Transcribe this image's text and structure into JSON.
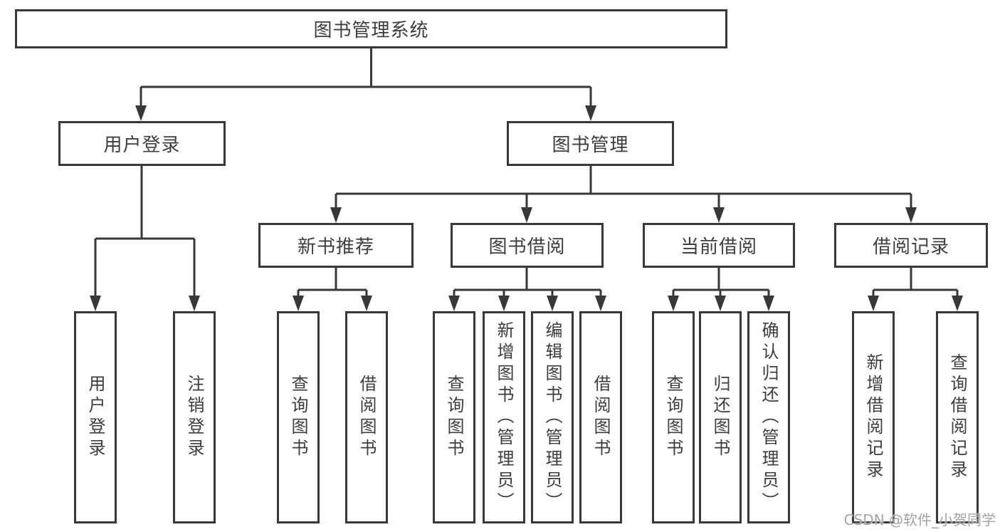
{
  "diagram": {
    "title": "图书管理系统",
    "watermark": "CSDN @软件_小贺同学",
    "colors": {
      "background": "#ffffff",
      "line": "#383838",
      "text": "#3d3d3d",
      "watermark": "#a3a3a8"
    },
    "nodes": {
      "root": "图书管理系统",
      "user_login": "用户登录",
      "book_mgmt": "图书管理",
      "new_book": "新书推荐",
      "book_borrow": "图书借阅",
      "current_borrow": "当前借阅",
      "borrow_record": "借阅记录",
      "leaf_user_login": "用户登录",
      "leaf_logout": "注销登录",
      "leaf_nb_query": "查询图书",
      "leaf_nb_borrow": "借阅图书",
      "leaf_bb_query": "查询图书",
      "leaf_bb_add": "新增图书（管理员）",
      "leaf_bb_edit": "编辑图书（管理员）",
      "leaf_bb_borrow": "借阅图书",
      "leaf_cb_query": "查询图书",
      "leaf_cb_return": "归还图书",
      "leaf_cb_confirm": "确认归还（管理员）",
      "leaf_br_add": "新增借阅记录",
      "leaf_br_query": "查询借阅记录"
    },
    "hierarchy": {
      "图书管理系统": [
        "用户登录",
        "图书管理"
      ],
      "用户登录": [
        "用户登录",
        "注销登录"
      ],
      "图书管理": [
        "新书推荐",
        "图书借阅",
        "当前借阅",
        "借阅记录"
      ],
      "新书推荐": [
        "查询图书",
        "借阅图书"
      ],
      "图书借阅": [
        "查询图书",
        "新增图书（管理员）",
        "编辑图书（管理员）",
        "借阅图书"
      ],
      "当前借阅": [
        "查询图书",
        "归还图书",
        "确认归还（管理员）"
      ],
      "借阅记录": [
        "新增借阅记录",
        "查询借阅记录"
      ]
    }
  }
}
